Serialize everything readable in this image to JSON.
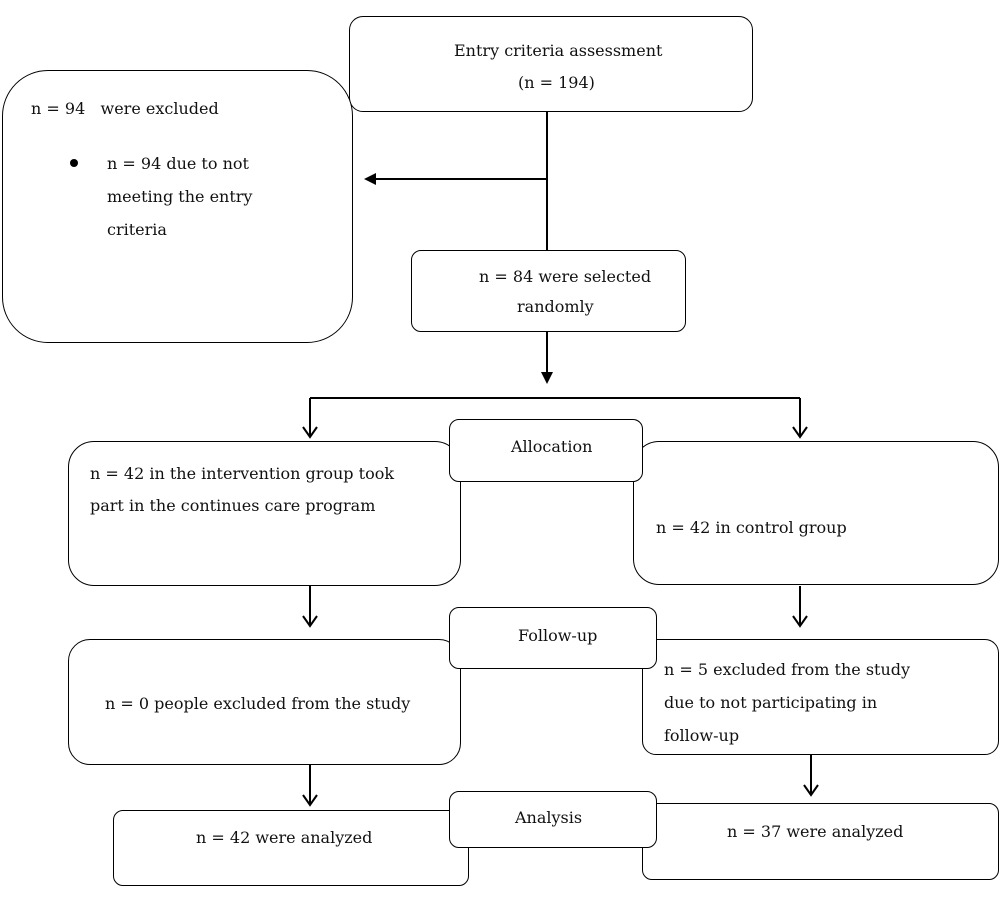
{
  "entry": {
    "line1": "Entry criteria assessment",
    "line2": "(n = 194)"
  },
  "excluded": {
    "heading": "n = 94   were excluded",
    "bullet_lines": [
      "n = 94 due to not",
      "meeting the entry",
      "criteria"
    ]
  },
  "selected": {
    "line1": "n = 84 were selected",
    "line2": "randomly"
  },
  "stages": {
    "allocation": "Allocation",
    "followup": "Follow-up",
    "analysis": "Analysis"
  },
  "intervention": {
    "allocation_lines": [
      "n = 42 in the intervention group took",
      "part in the continues care program"
    ],
    "followup": "n = 0 people excluded from the study",
    "analysis": "n = 42 were analyzed"
  },
  "control": {
    "allocation": "n = 42 in control group",
    "followup_lines": [
      "n = 5 excluded from the study",
      "due to not participating in",
      "follow-up"
    ],
    "analysis": "n = 37 were analyzed"
  }
}
